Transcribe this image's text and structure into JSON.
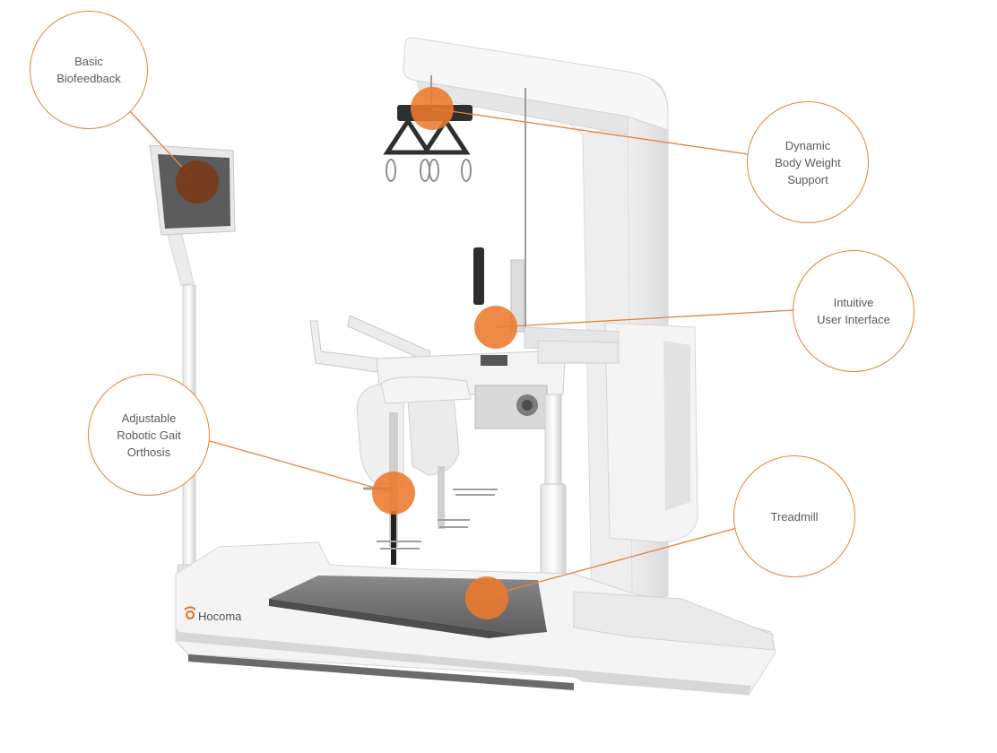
{
  "brand": {
    "logo_text": "Hocoma"
  },
  "accent_color": "#ec7a2c",
  "callouts": [
    {
      "key": "biofeedback",
      "label": "Basic\nBiofeedback"
    },
    {
      "key": "body-weight",
      "label": "Dynamic\nBody Weight\nSupport"
    },
    {
      "key": "interface",
      "label": "Intuitive\nUser Interface"
    },
    {
      "key": "orthosis",
      "label": "Adjustable\nRobotic Gait\nOrthosis"
    },
    {
      "key": "treadmill",
      "label": "Treadmill"
    }
  ]
}
